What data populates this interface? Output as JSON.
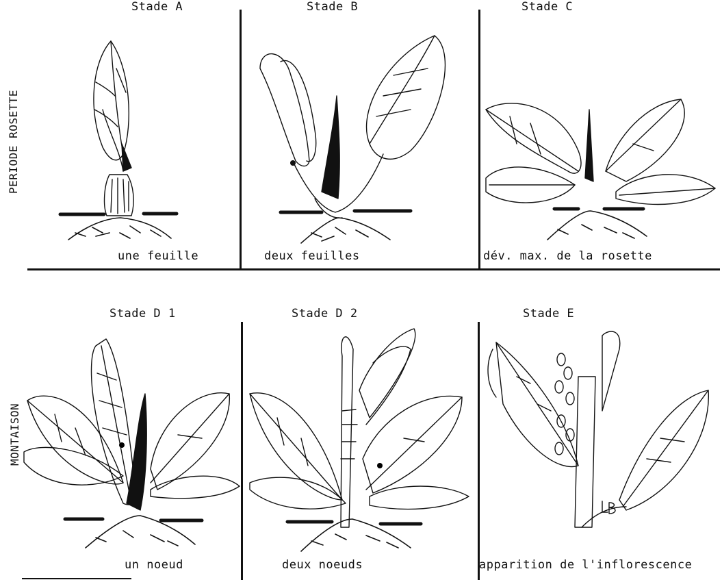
{
  "row1_label": "PERIODE ROSETTE",
  "row2_label": "MONTAISON",
  "panels": [
    {
      "stage": "Stade A",
      "caption": "une feuille"
    },
    {
      "stage": "Stade B",
      "caption": "deux feuilles"
    },
    {
      "stage": "Stade C",
      "caption": "dév. max. de la rosette"
    },
    {
      "stage": "Stade D 1",
      "caption": "un noeud"
    },
    {
      "stage": "Stade D 2",
      "caption": "deux noeuds"
    },
    {
      "stage": "Stade E",
      "caption": "apparition de l'inflorescence"
    }
  ],
  "signature": "LB"
}
